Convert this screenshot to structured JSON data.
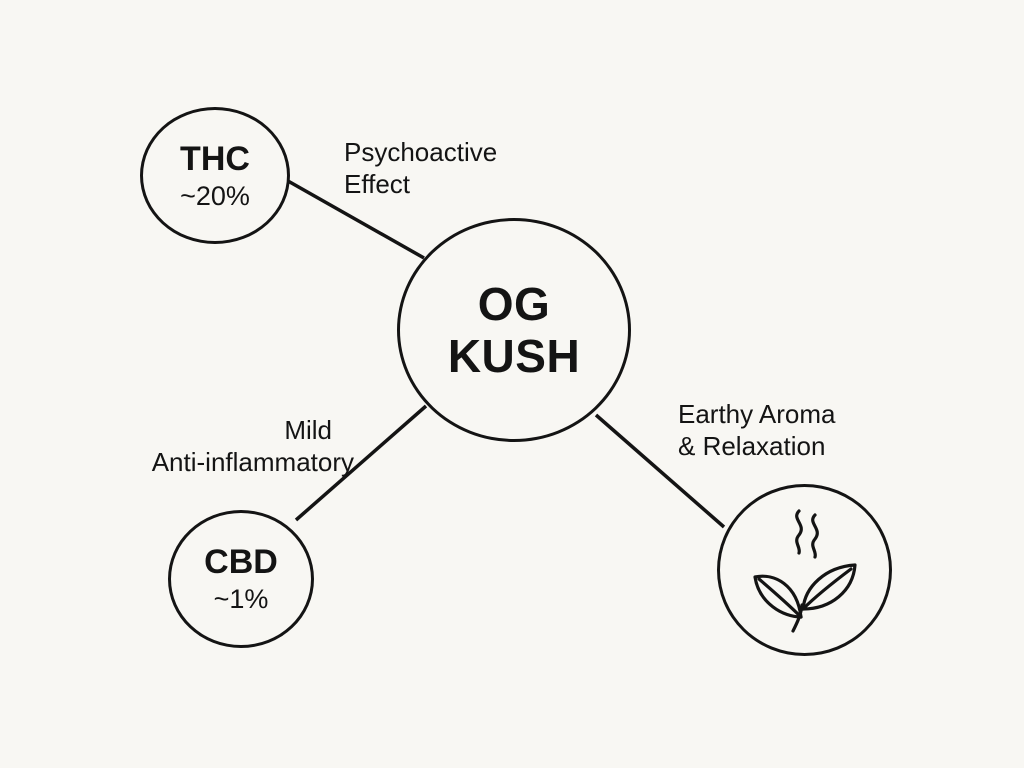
{
  "center": {
    "line1": "OG",
    "line2": "KUSH"
  },
  "thc": {
    "name": "THC",
    "value": "~20%",
    "effect_line1": "Psychoactive",
    "effect_line2": "Effect"
  },
  "cbd": {
    "name": "CBD",
    "value": "~1%",
    "effect_line1": "Mild",
    "effect_line2": "Anti-inflammatory"
  },
  "aroma": {
    "icon": "leaf-with-steam-icon",
    "effect_line1": "Earthy Aroma",
    "effect_line2": "& Relaxation"
  }
}
